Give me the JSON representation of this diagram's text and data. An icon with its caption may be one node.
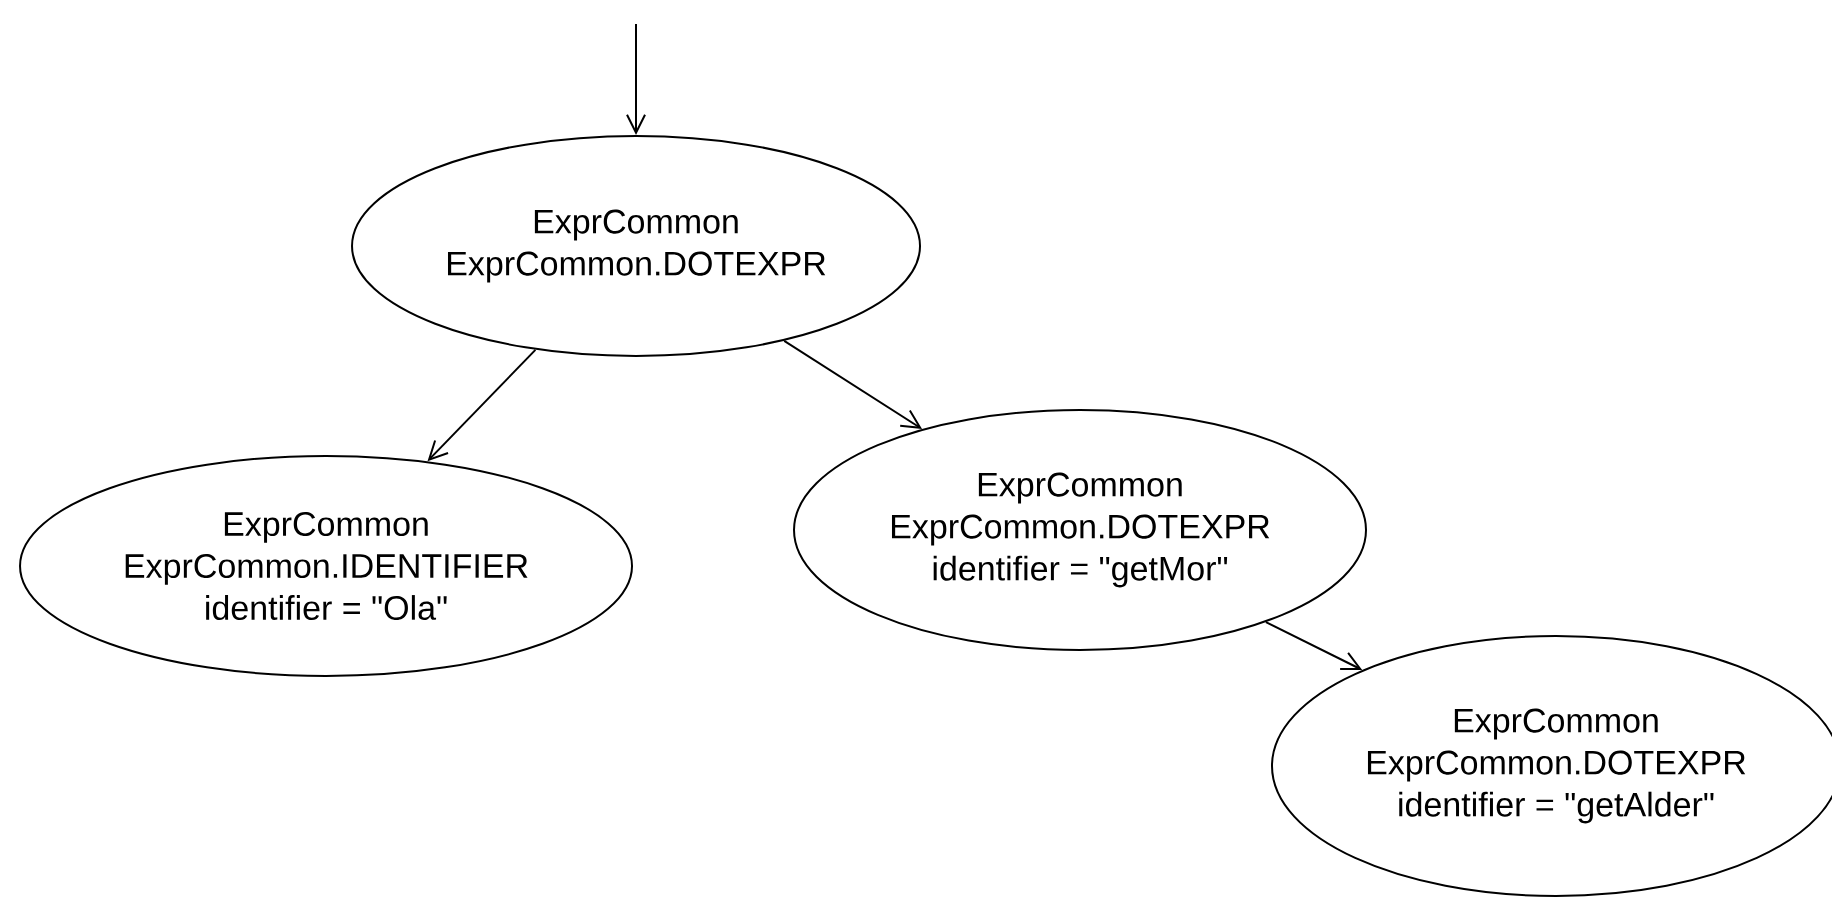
{
  "diagram": {
    "nodes": [
      {
        "text": [
          "ExprCommon",
          "ExprCommon.DOTEXPR"
        ]
      },
      {
        "text": [
          "ExprCommon",
          "ExprCommon.IDENTIFIER",
          "identifier = \"Ola\""
        ]
      },
      {
        "text": [
          "ExprCommon",
          "ExprCommon.DOTEXPR",
          "identifier = \"getMor\""
        ]
      },
      {
        "text": [
          "ExprCommon",
          "ExprCommon.DOTEXPR",
          "identifier = \"getAlder\""
        ]
      }
    ],
    "edges": [
      {
        "from": null,
        "to": 0,
        "arrow": "to"
      },
      {
        "from": 0,
        "to": 1,
        "arrow": "to"
      },
      {
        "from": 0,
        "to": 2,
        "arrow": "to"
      },
      {
        "from": 2,
        "to": 3,
        "arrow": "to"
      }
    ]
  }
}
